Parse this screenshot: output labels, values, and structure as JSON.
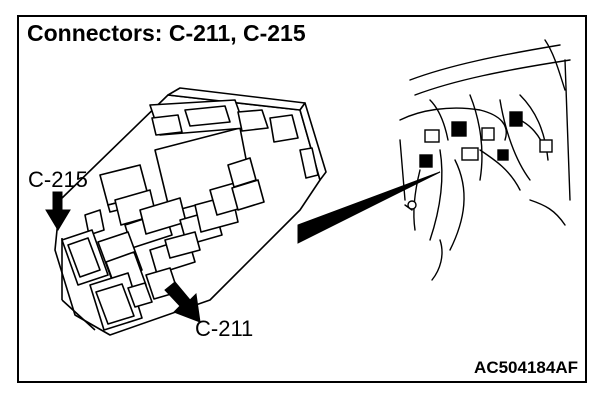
{
  "title": "Connectors: C-211, C-215",
  "labels": {
    "c215": "C-215",
    "c211": "C-211"
  },
  "figure_code": "AC504184AF",
  "colors": {
    "ink": "#000000",
    "paper": "#ffffff"
  }
}
